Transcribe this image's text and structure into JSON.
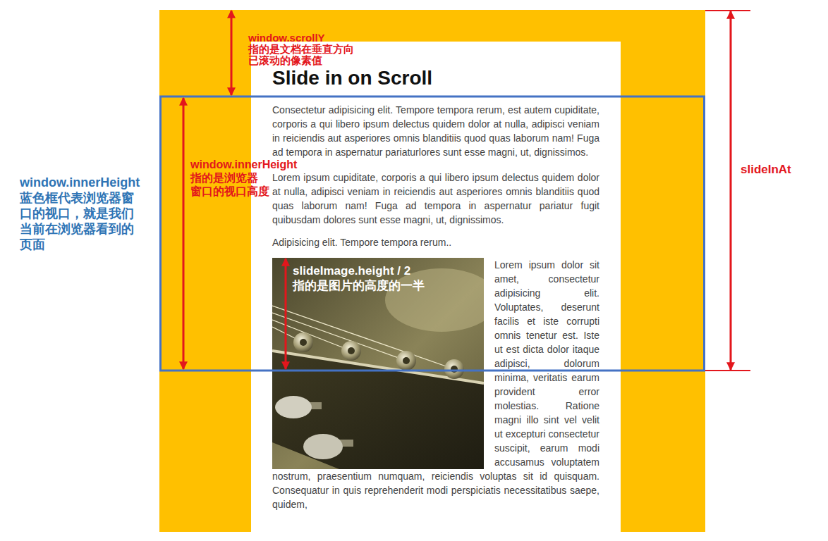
{
  "diagram": {
    "nodes": [
      {
        "text": [
          "Slide in on Scroll",
          "Consectetur adipisicing elit. Tempore tempora rerum, est autem cupiditate, corporis a qui libero ipsum delectus quidem dolor at nulla, adipisci veniam in reiciendis aut asperiores omnis blanditiis quod quas laborum nam! Fuga ad tempora in aspernatur pariaturlores sunt esse magni, ut, dignissimos.",
          "Lorem ipsum cupiditate, corporis a qui libero ipsum delectus quidem dolor at nulla, adipisci veniam in reiciendis aut asperiores omnis blanditiis quod quas laborum nam! Fuga ad tempora in aspernatur pariatur fugit quibusdam dolores sunt esse magni, ut, dignissimos.",
          "Adipisicing elit. Tempore tempora rerum..",
          "Lorem ipsum dolor sit amet, consectetur adipisicing elit. Voluptates, deserunt facilis et iste corrupti omnis tenetur est. Iste ut est dicta dolor itaque adipisci, dolorum minima, veritatis earum provident error molestias. Ratione magni illo sint vel velit ut excepturi consectetur suscipit, earum modi accusamus voluptatem nostrum, praesentium numquam, reiciendis voluptas sit id quisquam. Consequatur in quis reprehenderit modi perspiciatis necessitatibus saepe, quidem,"
        ]
      },
      {
        "text": [
          "slideImage.height / 2 指的是图片的高度的一半"
        ],
        "in": 0
      }
    ],
    "labels": [
      "window.scrollY 指的是文档在垂直方向 已滚动的像素值",
      "window.innerHeight 蓝色框代表浏览器窗口的视口，就是我们当前在浏览器看到的页面",
      "window.innerHeight 指的是浏览器 窗口的视口高度",
      "slideInAt"
    ]
  }
}
